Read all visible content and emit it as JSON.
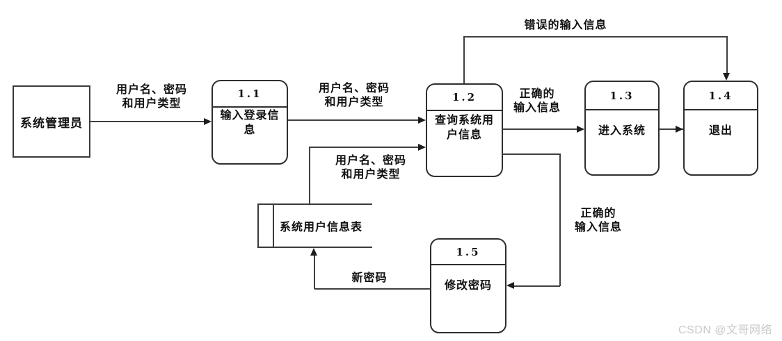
{
  "watermark": "CSDN @文哥网络",
  "diagram": {
    "external_entity": {
      "label": "系统管理员"
    },
    "processes": [
      {
        "id": "1.1",
        "label": "输入登录信\n息"
      },
      {
        "id": "1.2",
        "label": "查询系统用\n户信息"
      },
      {
        "id": "1.3",
        "label": "进入系统"
      },
      {
        "id": "1.4",
        "label": "退出"
      },
      {
        "id": "1.5",
        "label": "修改密码"
      }
    ],
    "data_store": {
      "label": "系统用户信息表"
    },
    "flow_labels": {
      "entity_to_p11": "用户名、密码\n和用户类型",
      "p11_to_p12": "用户名、密码\n和用户类型",
      "store_to_p12": "用户名、密码\n和用户类型",
      "p12_to_p14_error": "错误的输入信息",
      "p12_to_p13": "正确的\n输入信息",
      "p12_to_p15": "正确的\n输入信息",
      "p15_to_store": "新密码"
    }
  }
}
